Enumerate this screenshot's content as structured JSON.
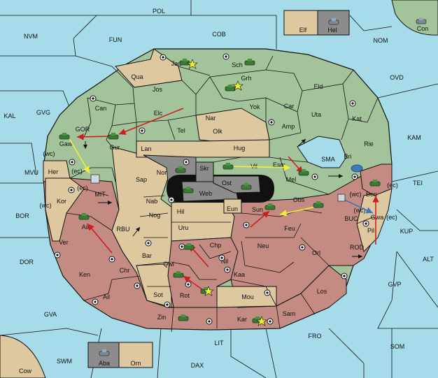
{
  "colors": {
    "sea": "#a6dbe9",
    "green": "#a3c49a",
    "tan": "#dec8a0",
    "red": "#c48b82",
    "grey": "#8c8c8c",
    "ring": "#111111",
    "order_red": "#cc1f1f",
    "order_yellow": "#f1ef3a",
    "order_blue": "#3d7ab8"
  },
  "sea": {
    "POL": "POL",
    "NVM": "NVM",
    "FUN": "FUN",
    "COB": "COB",
    "NOM": "NOM",
    "OVD": "OVD",
    "KAL": "KAL",
    "GVG": "GVG",
    "KAM": "KAM",
    "MVU": "MVU",
    "BOR": "BOR",
    "TEI": "TEI",
    "KUP": "KUP",
    "DOR": "DOR",
    "ALT": "ALT",
    "GVP": "GVP",
    "GVA": "GVA",
    "FRO": "FRO",
    "SOM": "SOM",
    "LIT": "LIT",
    "SWM": "SWM",
    "DAX": "DAX",
    "SMA": "SMA",
    "MIT": "MIT",
    "RBU": "RBU",
    "BUC": "BUC",
    "ROD": "ROD",
    "GOR": "GOR"
  },
  "land": {
    "Elf": "Elf",
    "Hel": "Hel",
    "Con": "Con",
    "Cow": "Cow",
    "Aba": "Aba",
    "Orn": "Orn",
    "Jad": "Jad",
    "Sch": "Sch",
    "Qua": "Qua",
    "Jos": "Jos",
    "Grh": "Grh",
    "Eld": "Eld",
    "Can": "Can",
    "Elc": "Elc",
    "Nar": "Nar",
    "Yok": "Yok",
    "Car": "Car",
    "Uta": "Uta",
    "Kat": "Kat",
    "Amp": "Amp",
    "Olk": "Olk",
    "Tel": "Tel",
    "Gur": "Gur",
    "Gaw": "Gaw",
    "Lan": "Lan",
    "Hug": "Hug",
    "Rie": "Rie",
    "Bri": "Bri",
    "Her": "Her",
    "Sap": "Sap",
    "Nor": "Nor",
    "Skr": "Skr",
    "Vil": "Vil",
    "Esm": "Esm",
    "Mel": "Mel",
    "Ost": "Ost",
    "Web": "Web",
    "Ben": "Ben",
    "Kor": "Kor",
    "Nab": "Nab",
    "Hil": "Hil",
    "Eun": "Eun",
    "Sun": "Sun",
    "Obs": "Obs",
    "Gwa": "Gwa",
    "Aik": "Aik",
    "Nog": "Nog",
    "Uru": "Uru",
    "Feu": "Feu",
    "Pil": "Pil",
    "Ver": "Ver",
    "Chp": "Chp",
    "Neu": "Neu",
    "Orl": "Orl",
    "Bar": "Bar",
    "Qwi": "Qwi",
    "Nil": "Nil",
    "Ken": "Ken",
    "Chr": "Chr",
    "Kaa": "Kaa",
    "Los": "Los",
    "Ail": "Ail",
    "Sot": "Sot",
    "Rot": "Rot",
    "Mou": "Mou",
    "Sam": "Sam",
    "Zin": "Zin",
    "Kar": "Kar"
  },
  "coast_tags": [
    "(wc)",
    "(ec)",
    "(ec)",
    "(wc)",
    "(wc)",
    "(ec)",
    "(wc)",
    "(ec)"
  ]
}
